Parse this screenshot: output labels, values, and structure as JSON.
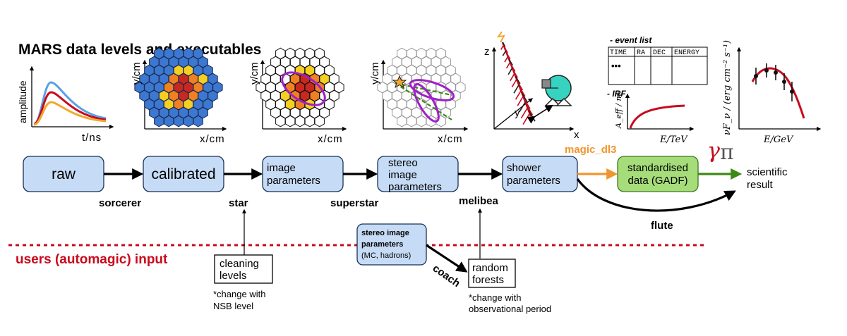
{
  "title": "MARS data levels and executables",
  "colors": {
    "box_fill": "#c6dbf5",
    "box_stroke": "#1b3154",
    "green_fill": "#a6dc7a",
    "green_stroke": "#3c7a1c",
    "red": "#c80a1e",
    "orange": "#f0952d",
    "green_arrow": "#3c8a14",
    "purple": "#a020c8"
  },
  "pipeline": {
    "raw": "raw",
    "calibrated": "calibrated",
    "image_parameters": [
      "image",
      "parameters"
    ],
    "stereo_image_parameters": [
      "stereo",
      "image",
      "parameters"
    ],
    "shower_parameters": [
      "shower",
      "parameters"
    ],
    "standardised": [
      "standardised",
      "data (GADF)"
    ],
    "scientific_result": [
      "scientific",
      "result"
    ]
  },
  "executables": {
    "sorcerer": "sorcerer",
    "star": "star",
    "superstar": "superstar",
    "melibea": "melibea",
    "magic_dl3": "magic_dl3",
    "flute": "flute",
    "coach": "coach"
  },
  "inputs": {
    "section_label": "users (automagic) input",
    "cleaning": [
      "cleaning",
      "levels"
    ],
    "cleaning_note": [
      "*change with",
      "NSB level"
    ],
    "mc_box": [
      "stereo image",
      "parameters",
      "(MC, hadrons)"
    ],
    "forests": [
      "random",
      "forests"
    ],
    "forests_note": [
      "*change with",
      "observational period"
    ]
  },
  "plots": {
    "raw": {
      "ylabel": "amplitude",
      "xlabel": "t/ns"
    },
    "cal": {
      "ylabel": "y/cm",
      "xlabel": "x/cm"
    },
    "img": {
      "ylabel": "y/cm",
      "xlabel": "x/cm"
    },
    "stereo": {
      "ylabel": "y/cm",
      "xlabel": "x/cm"
    },
    "shower": {
      "z": "z",
      "y": "y",
      "x": "x"
    },
    "event_list": {
      "title": "- event list",
      "columns": [
        "TIME",
        "RA",
        "DEC",
        "ENERGY"
      ],
      "dots": "•••"
    },
    "irf": {
      "title": "- IRF",
      "ylabel": "A_eff / m²",
      "xlabel": "E/TeV"
    },
    "sed": {
      "ylabel": "νF_ν / (erg cm⁻² s⁻¹)",
      "xlabel": "E/GeV"
    }
  },
  "logo": {
    "gamma": "γ",
    "pi": "π"
  }
}
